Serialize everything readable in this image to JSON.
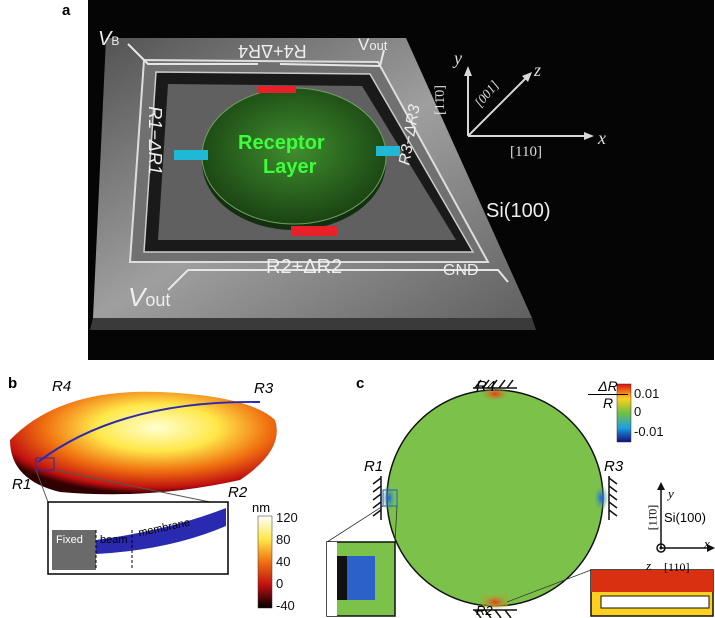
{
  "panel_a": {
    "letter": "a",
    "labels": {
      "vb": "V",
      "vb_sub": "B",
      "vout_top": "V",
      "vout_top_sub": "out",
      "vout_bottom": "V",
      "vout_bottom_sub": "out",
      "r4": "R4+ΔR4",
      "r1": "R1−ΔR1",
      "r3": "R3−ΔR3",
      "r2": "R2+ΔR2",
      "gnd": "GND",
      "receptor_line1": "Receptor",
      "receptor_line2": "Layer",
      "substrate": "Si(100)",
      "axis_y": "y",
      "axis_z": "z",
      "axis_x": "x",
      "dir_110bar": "[11̄0]",
      "dir_001": "[001]",
      "dir_110": "[110]"
    },
    "colors": {
      "background": "#050505",
      "piezo_red": "#e8202a",
      "piezo_cyan": "#1fb9d6",
      "receptor": "#2e7d24",
      "receptor_text": "#3cff3c"
    }
  },
  "panel_b": {
    "letter": "b",
    "labels": {
      "r4": "R4",
      "r3": "R3",
      "r1": "R1",
      "r2": "R2",
      "fixed": "Fixed",
      "beam": "beam",
      "membrane": "membrane"
    },
    "colorbar": {
      "unit": "nm",
      "ticks": [
        "120",
        "80",
        "40",
        "0",
        "-40"
      ]
    }
  },
  "panel_c": {
    "letter": "c",
    "labels": {
      "r4": "R4",
      "r1": "R1",
      "r3": "R3",
      "r2": "R2",
      "axis_y": "y",
      "axis_x": "x",
      "axis_z": "z",
      "dir_110bar": "[11̄0]",
      "dir_110": "[110]",
      "substrate": "Si(100)"
    },
    "colorbar": {
      "title_num": "ΔR",
      "title_den": "R",
      "ticks": [
        "0.01",
        "0",
        "-0.01"
      ]
    }
  }
}
